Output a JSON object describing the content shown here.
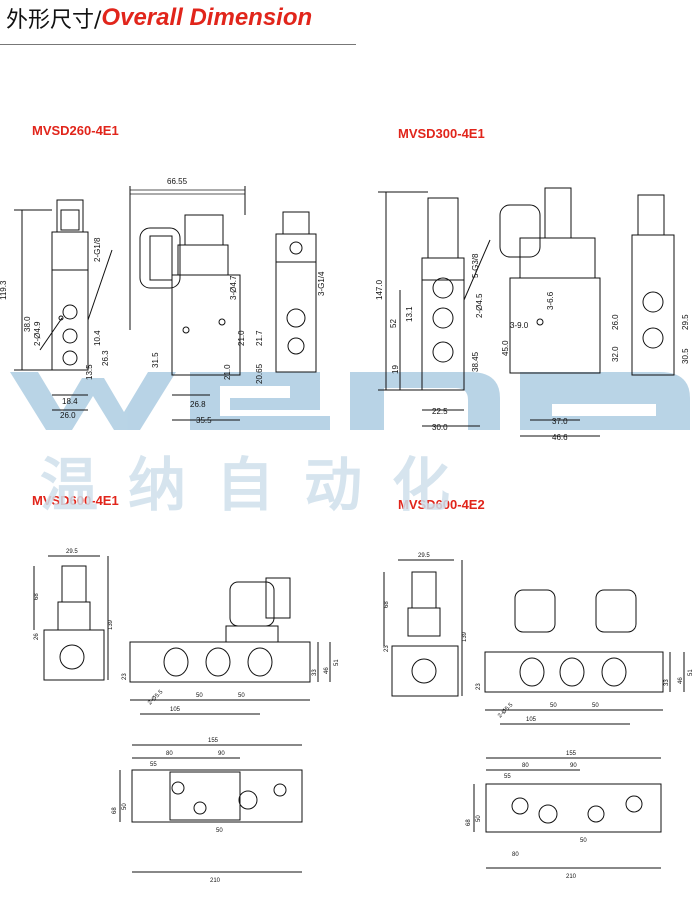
{
  "header": {
    "title_cn": "外形尺寸/",
    "title_en": "Overall Dimension"
  },
  "colors": {
    "accent": "#e1251b",
    "watermark": "#7fb0d2",
    "line": "#111111"
  },
  "watermark": {
    "logo_text": "wena",
    "cn_text": "温纳自动化"
  },
  "sections": {
    "s1": {
      "model": "MVSD260-4E1",
      "dims": [
        "66.55",
        "119.3",
        "2-G1/8",
        "3-Ø4.7",
        "3-G1/4",
        "38.0",
        "2-Ø4.9",
        "10.4",
        "26.3",
        "13.5",
        "18.4",
        "26.0",
        "31.5",
        "21.0",
        "21.0",
        "21.7",
        "20.65",
        "26.8",
        "35.5"
      ]
    },
    "s2": {
      "model": "MVSD300-4E1",
      "dims": [
        "147.0",
        "5-G3/8",
        "52",
        "2-Ø4.5",
        "13.1",
        "3-6.6",
        "3-9.0",
        "45.0",
        "38.45",
        "19",
        "26.0",
        "29.5",
        "32.0",
        "30.5",
        "22.5",
        "30.0",
        "37.0",
        "46.6"
      ]
    },
    "s3": {
      "model": "MVSD600-4E1",
      "dims": [
        "29.5",
        "68",
        "139",
        "26",
        "23",
        "33",
        "46",
        "51",
        "50",
        "50",
        "105",
        "155",
        "80",
        "90",
        "55",
        "68",
        "50",
        "50",
        "210",
        "2-Ø5.5"
      ]
    },
    "s4": {
      "model": "MVSD600-4E2",
      "dims": [
        "29.5",
        "68",
        "139",
        "23",
        "23",
        "33",
        "46",
        "51",
        "50",
        "50",
        "105",
        "155",
        "80",
        "90",
        "55",
        "68",
        "50",
        "50",
        "80",
        "210",
        "2-Ø5.5"
      ]
    }
  }
}
